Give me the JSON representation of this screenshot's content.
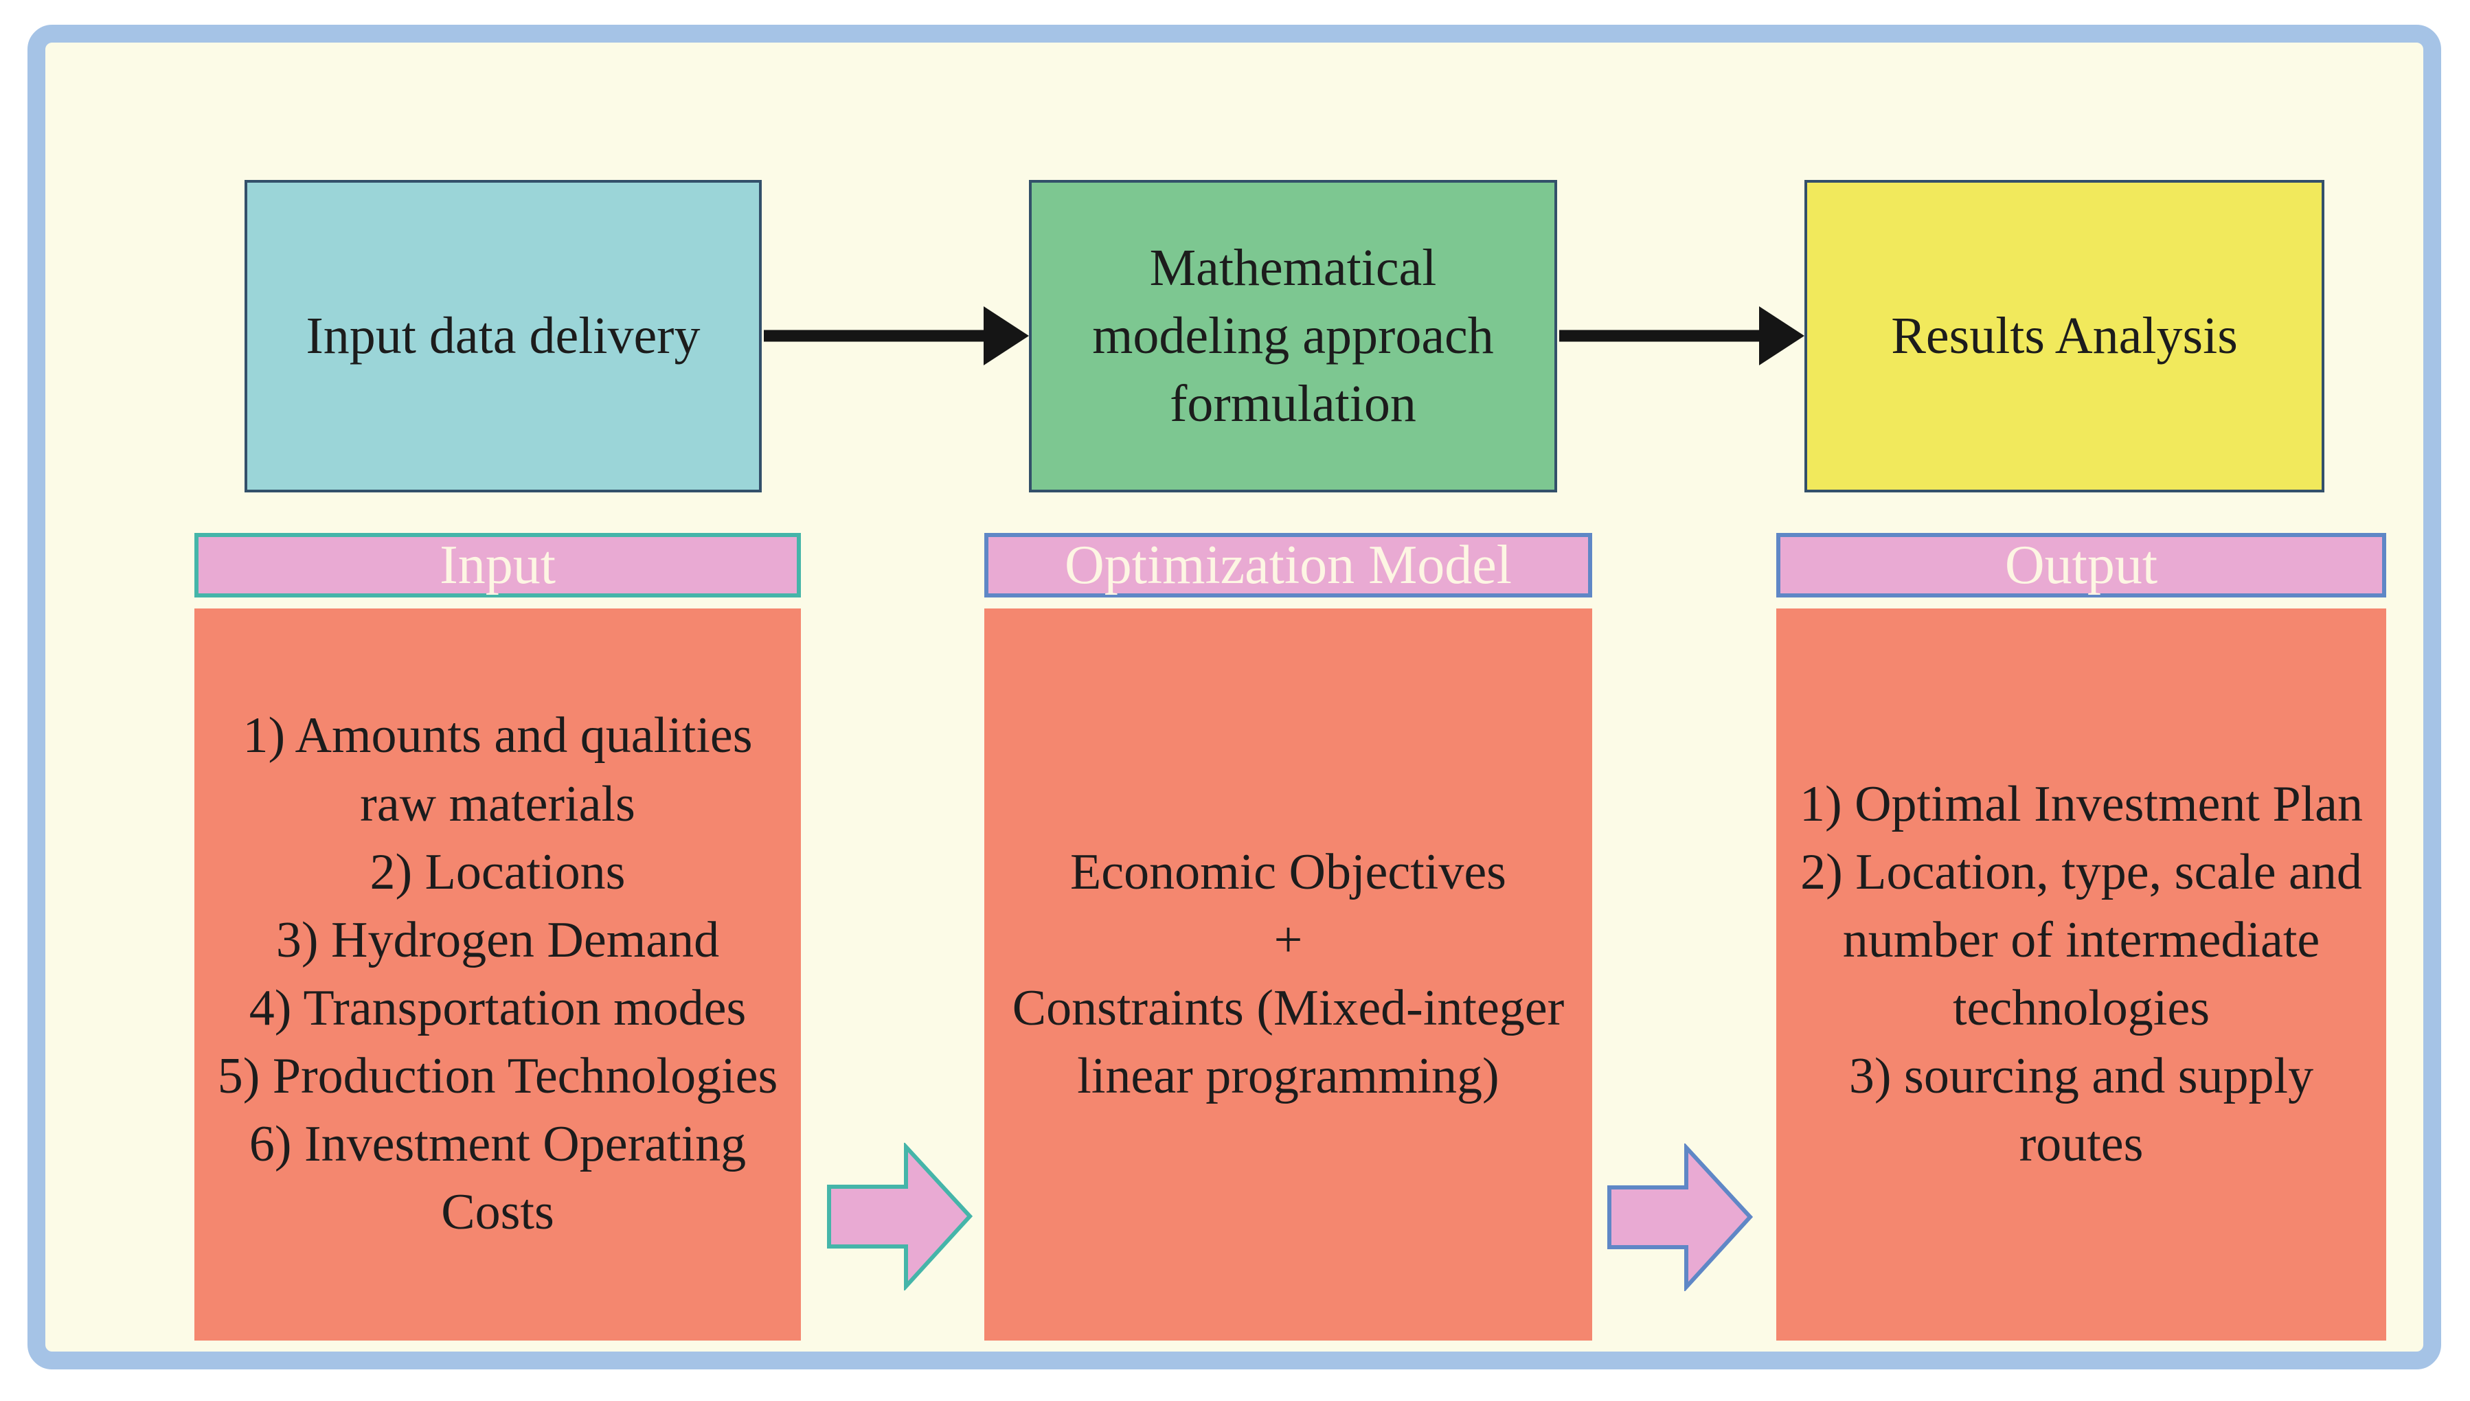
{
  "diagram": {
    "frame": {
      "border_color": "#a5c3e6",
      "background": "#fcfbe7",
      "outer_background": "#ffffff"
    },
    "flow_steps": [
      {
        "label": "Input data delivery",
        "fill": "#9bd5d8"
      },
      {
        "label": "Mathematical modeling approach formulation",
        "fill": "#7dc791"
      },
      {
        "label": "Results Analysis",
        "fill": "#f1e95c"
      }
    ],
    "flow_arrow_color": "#151515",
    "columns": [
      {
        "header": "Input",
        "header_fill": "#e9aad3",
        "header_border": "#45b5a9",
        "header_text_color": "#fdf6e3",
        "body_fill": "#f4876f",
        "items": [
          "1) Amounts and qualities raw materials",
          "2) Locations",
          "3) Hydrogen Demand",
          "4) Transportation modes",
          "5) Production Technologies",
          "6) Investment Operating Costs"
        ]
      },
      {
        "header": "Optimization Model",
        "header_fill": "#e9aad3",
        "header_border": "#5f87c6",
        "header_text_color": "#fdf6e3",
        "body_fill": "#f4876f",
        "items": [
          "Economic Objectives",
          "+",
          "Constraints (Mixed-integer linear programming)"
        ]
      },
      {
        "header": "Output",
        "header_fill": "#e9aad3",
        "header_border": "#5f87c6",
        "header_text_color": "#fdf6e3",
        "body_fill": "#f4876f",
        "items": [
          "1) Optimal Investment Plan",
          "2) Location, type, scale and number of intermediate technologies",
          "3) sourcing and supply routes"
        ]
      }
    ],
    "between_arrows": [
      {
        "fill": "#e9aad3",
        "border": "#45b5a9"
      },
      {
        "fill": "#e9aad3",
        "border": "#5f87c6"
      }
    ]
  }
}
